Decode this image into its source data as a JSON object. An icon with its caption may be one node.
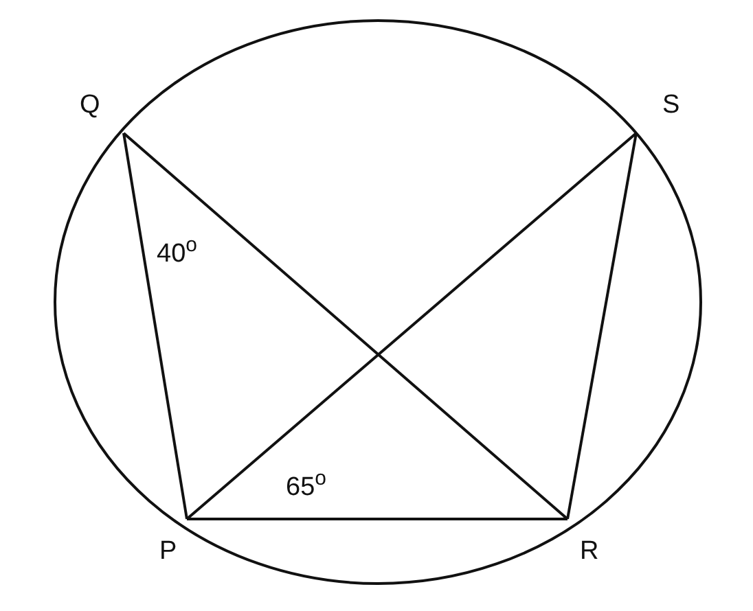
{
  "diagram": {
    "nodes": [
      {
        "text": [
          "Q"
        ]
      },
      {
        "text": [
          "S"
        ]
      },
      {
        "text": [
          "P"
        ]
      },
      {
        "text": [
          "R"
        ]
      }
    ],
    "edges": [
      {
        "from": 0,
        "to": 2,
        "arrow": "none"
      },
      {
        "from": 0,
        "to": 3,
        "arrow": "none"
      },
      {
        "from": 1,
        "to": 2,
        "arrow": "none"
      },
      {
        "from": 1,
        "to": 3,
        "arrow": "none"
      },
      {
        "from": 2,
        "to": 3,
        "arrow": "none"
      }
    ],
    "labels": [
      "40$^{o}$",
      "65$^{o}$"
    ]
  }
}
